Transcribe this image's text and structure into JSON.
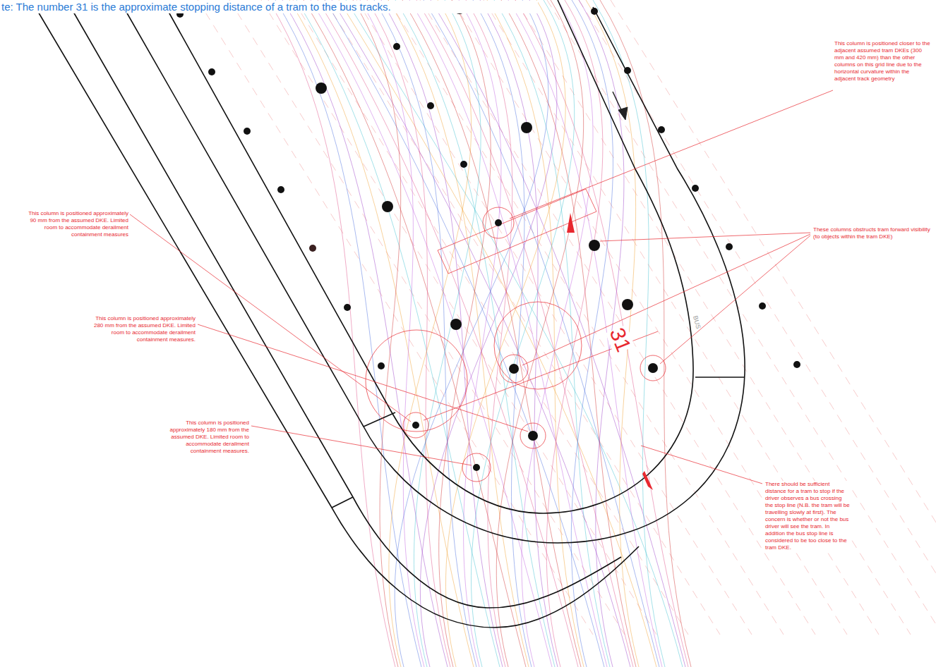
{
  "diagram": {
    "labels": [
      "te: The number 31 is the approximate stopping distance of a tram to the bus tracks.",
      "This column is positioned closer to the adjacent assumed tram DKEs (300 mm and 420 mm) than the other columns on this grid line due to the horizontal curvature within the adjacent track geometry",
      "This column is positioned approximately 90 mm from the assumed DKE. Limited room to accommodate derailment containment measures",
      "These columns obstructs tram forward visibility (to objects within the tram DKE)",
      "This column is positioned approximately 280 mm from the assumed DKE. Limited room to accommodate derailment containment measures.",
      "This column is positioned approximately 180 mm from the assumed DKE. Limited room to accommodate derailment containment measures.",
      "There should be sufficient distance for a tram to stop if the driver observes a bus crossing the stop line (N.B. the tram will be travelling slowly at first). The concern is whether or not the bus driver will see the tram. In addition the bus stop line is considered to be too close to the tram DKE.",
      "31",
      "BUS"
    ]
  }
}
